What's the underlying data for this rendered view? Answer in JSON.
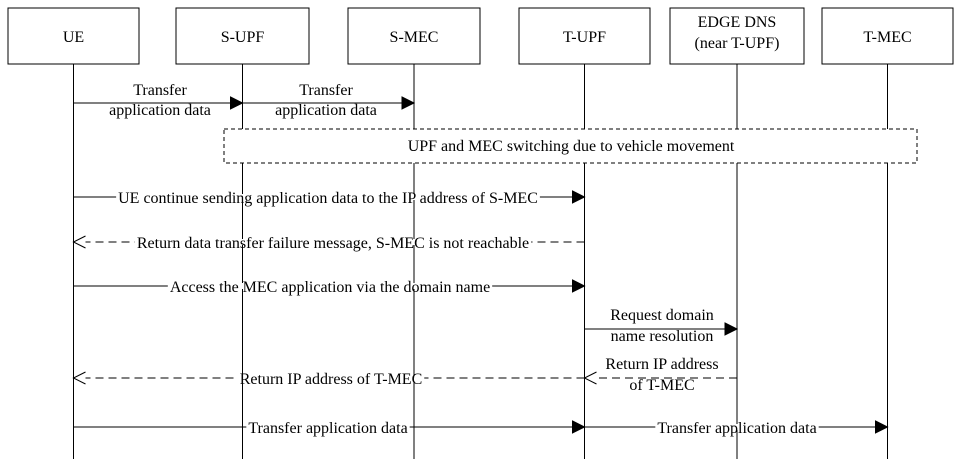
{
  "participants": [
    {
      "id": "ue",
      "lines": [
        "UE"
      ]
    },
    {
      "id": "s-upf",
      "lines": [
        "S-UPF"
      ]
    },
    {
      "id": "s-mec",
      "lines": [
        "S-MEC"
      ]
    },
    {
      "id": "t-upf",
      "lines": [
        "T-UPF"
      ]
    },
    {
      "id": "edge-dns",
      "lines": [
        "EDGE DNS",
        "(near T-UPF)"
      ]
    },
    {
      "id": "t-mec",
      "lines": [
        "T-MEC"
      ]
    }
  ],
  "note": {
    "text": "UPF and MEC switching due to vehicle movement"
  },
  "messages": [
    {
      "id": "m1",
      "from": "ue",
      "to": "s-upf",
      "style": "solid",
      "lines": [
        "Transfer",
        "application data"
      ]
    },
    {
      "id": "m2",
      "from": "s-upf",
      "to": "s-mec",
      "style": "solid",
      "lines": [
        "Transfer",
        "application data"
      ]
    },
    {
      "id": "m3",
      "from": "ue",
      "to": "t-upf",
      "style": "solid",
      "lines": [
        "UE continue sending application data to the IP address of S-MEC"
      ]
    },
    {
      "id": "m4",
      "from": "t-upf",
      "to": "ue",
      "style": "dashed",
      "lines": [
        "Return data transfer failure message, S-MEC is not reachable"
      ]
    },
    {
      "id": "m5",
      "from": "ue",
      "to": "t-upf",
      "style": "solid",
      "lines": [
        "Access the MEC application via the domain name"
      ]
    },
    {
      "id": "m6",
      "from": "t-upf",
      "to": "edge-dns",
      "style": "solid",
      "lines": [
        "Request domain",
        "name resolution"
      ]
    },
    {
      "id": "m7",
      "from": "edge-dns",
      "to": "t-upf",
      "style": "dashed",
      "lines": [
        "Return IP address",
        "of T-MEC"
      ]
    },
    {
      "id": "m8",
      "from": "t-upf",
      "to": "ue",
      "style": "dashed",
      "lines": [
        "Return IP address of T-MEC"
      ]
    },
    {
      "id": "m9",
      "from": "ue",
      "to": "t-upf",
      "style": "solid",
      "lines": [
        "Transfer application data"
      ]
    },
    {
      "id": "m10",
      "from": "t-upf",
      "to": "t-mec",
      "style": "solid",
      "lines": [
        "Transfer application data"
      ]
    }
  ]
}
